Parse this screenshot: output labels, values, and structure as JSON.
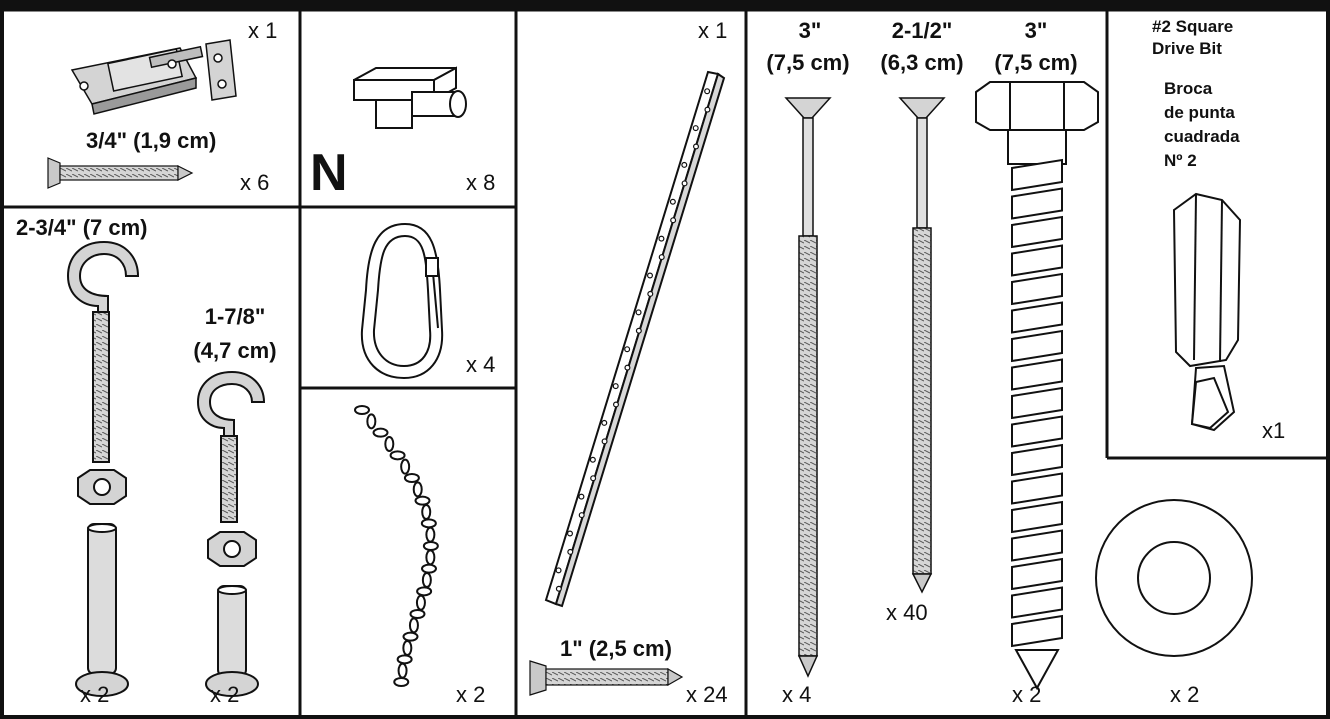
{
  "panels": {
    "latch": {
      "qty": "x 1",
      "screw_size": "3/4\" (1,9 cm)",
      "screw_qty": "x 6"
    },
    "n_part": {
      "letter": "N",
      "qty": "x 8"
    },
    "carabiner": {
      "qty": "x 4"
    },
    "chain": {
      "qty": "x 2"
    },
    "angle_strip": {
      "qty": "x 1",
      "screw_size": "1\" (2,5 cm)",
      "screw_qty": "x 24"
    },
    "eye_bolts": {
      "large_size": "2-3/4\" (7 cm)",
      "small_size_line1": "1-7/8\"",
      "small_size_line2": "(4,7 cm)",
      "large_qty": "x 2",
      "small_qty": "x 2"
    },
    "screws": {
      "a_line1": "3\"",
      "a_line2": "(7,5 cm)",
      "a_qty": "x 4",
      "b_line1": "2-1/2\"",
      "b_line2": "(6,3 cm)",
      "b_qty": "x 40",
      "c_line1": "3\"",
      "c_line2": "(7,5 cm)",
      "c_qty": "x 2"
    },
    "drive_bit": {
      "en_line1": "#2 Square",
      "en_line2": "Drive Bit",
      "es_line1": "Broca",
      "es_line2": "de punta",
      "es_line3": "cuadrada",
      "es_line4": "Nº 2",
      "qty": "x1"
    },
    "washer": {
      "qty": "x 2"
    }
  },
  "colors": {
    "line": "#111111",
    "metal": "#d4d4d4",
    "metal_dark": "#a9a9a9",
    "paper": "#ffffff"
  }
}
